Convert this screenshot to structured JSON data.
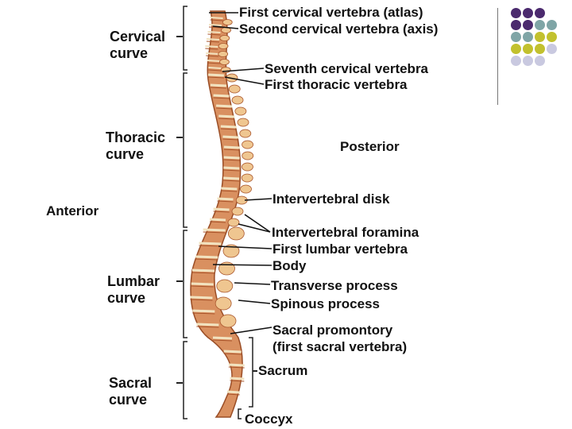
{
  "regions": [
    {
      "label": "Cervical\ncurve"
    },
    {
      "label": "Thoracic\ncurve"
    },
    {
      "label": "Lumbar\ncurve"
    },
    {
      "label": "Sacral\ncurve"
    }
  ],
  "labels": {
    "atlas": "First cervical vertebra (atlas)",
    "axis": "Second cervical vertebra (axis)",
    "seventh_cervical": "Seventh cervical vertebra",
    "first_thoracic": "First thoracic vertebra",
    "posterior": "Posterior",
    "anterior": "Anterior",
    "intervertebral_disk": "Intervertebral disk",
    "intervertebral_foramina": "Intervertebral foramina",
    "first_lumbar": "First lumbar vertebra",
    "body": "Body",
    "transverse_process": "Transverse process",
    "spinous_process": "Spinous process",
    "sacral_promontory": "Sacral promontory",
    "first_sacral": "(first sacral vertebra)",
    "sacrum": "Sacrum",
    "coccyx": "Coccyx"
  },
  "colors": {
    "dot_purple": "#4b2a6e",
    "dot_teal": "#7fa5a6",
    "dot_yellow": "#c2c12e",
    "dot_lavender": "#c9c9e0",
    "bone": "#d78d5a",
    "bone_dark": "#a9552c",
    "disk": "#f2e3c0"
  }
}
